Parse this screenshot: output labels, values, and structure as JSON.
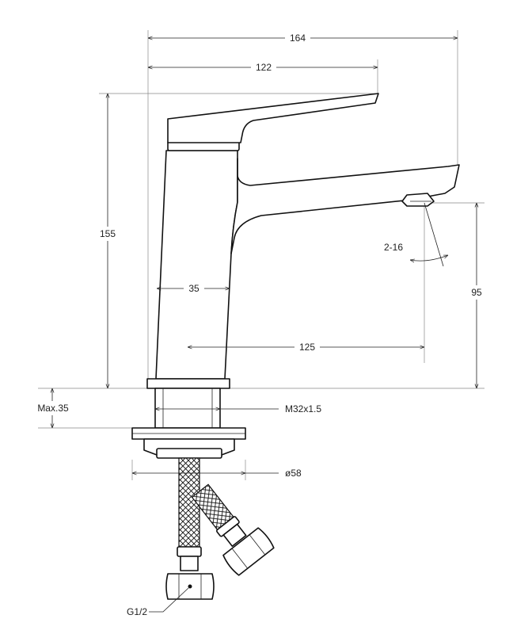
{
  "drawing": {
    "title": "",
    "dimensions": {
      "total_length": "164",
      "handle_length": "122",
      "total_height": "155",
      "spout_height": "95",
      "body_width": "35",
      "spout_reach": "125",
      "aerator_angle": "2-16",
      "max_thickness": "Max.35",
      "thread": "M32x1.5",
      "base_diameter": "ø58",
      "hose_connection": "G1/2"
    }
  }
}
